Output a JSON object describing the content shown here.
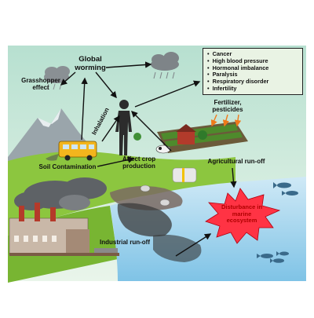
{
  "labels": {
    "global_warming_line1": "Global",
    "global_warming_line2": "worming",
    "grasshopper_line1": "Grasshopper",
    "grasshopper_line2": "effect",
    "inhalation": "Inhalation",
    "soil_contamination": "Soil Contamination",
    "affect_crop_line1": "Affect crop",
    "affect_crop_line2": "production",
    "fertilizer_line1": "Fertilizer,",
    "fertilizer_line2": "pesticides",
    "agricultural_runoff": "Agricultural run-off",
    "industrial_runoff": "Industrial run-off",
    "disturbance_line1": "Disturbance in",
    "disturbance_line2": "marine",
    "disturbance_line3": "ecosystem"
  },
  "health_effects": [
    "Cancer",
    "High blood pressure",
    "Hormonal imbalance",
    "Paralysis",
    "Respiratory disorder",
    "Infertility"
  ],
  "colors": {
    "sky": "#d4ecd9",
    "grass": "#8cc63f",
    "water": "#b9dff2",
    "burst": "#ff3344",
    "arrow": "#111111",
    "orange_arrow": "#f07a1a"
  }
}
